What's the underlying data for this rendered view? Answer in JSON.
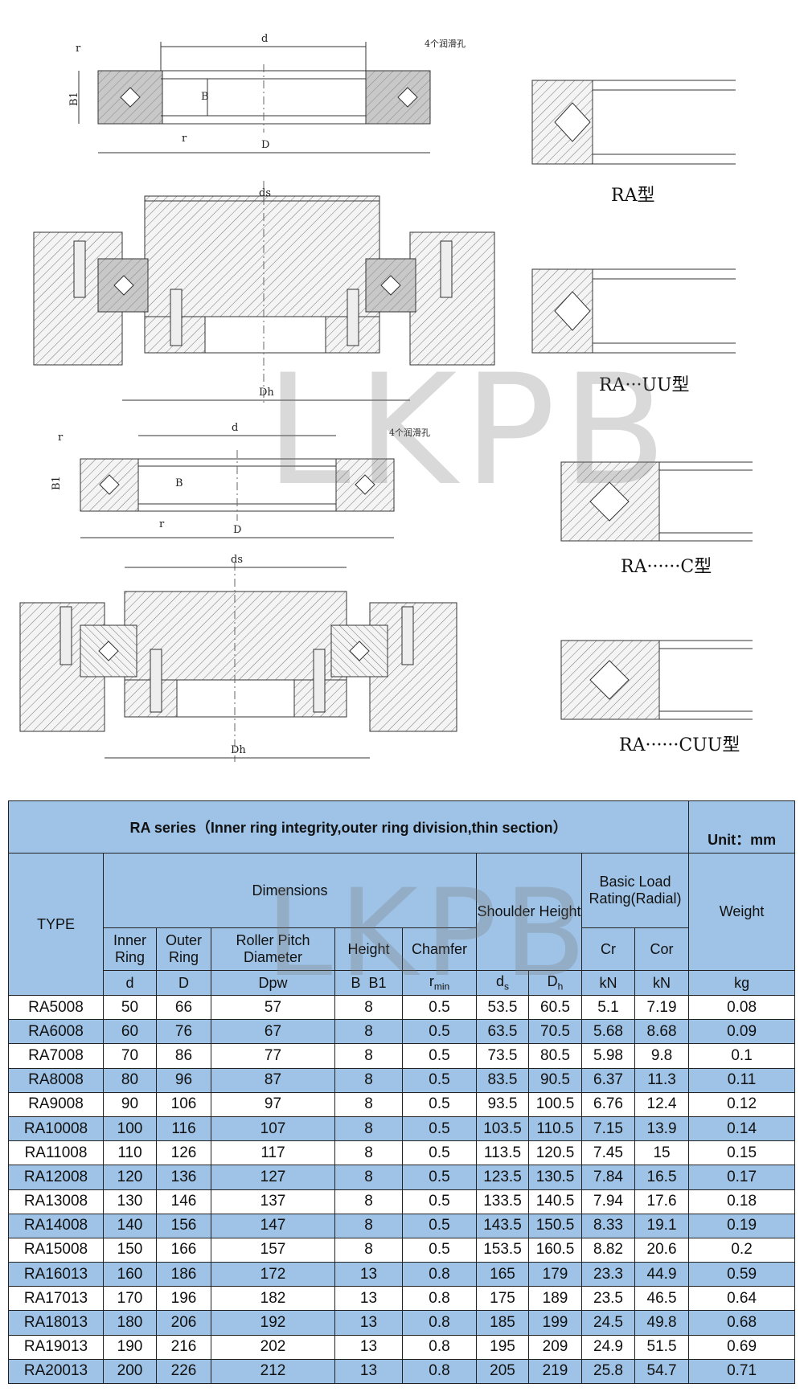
{
  "drawings": {
    "labels": {
      "d": "d",
      "D": "D",
      "B": "B",
      "B1": "B1",
      "r": "r",
      "ds": "ds",
      "Dh": "Dh",
      "lube_holes": "4个润滑孔"
    },
    "captions": [
      "RA型",
      "RA···UU型",
      "RA······C型",
      "RA······CUU型"
    ],
    "watermark": "LKPB"
  },
  "table": {
    "title": "RA series（Inner ring integrity,outer ring division,thin section）",
    "unit": "Unit：mm",
    "headers": {
      "type": "TYPE",
      "dimensions": "Dimensions",
      "inner_ring": "Inner Ring",
      "outer_ring": "Outer Ring",
      "roller_pitch": "Roller Pitch Diameter",
      "height": "Height",
      "chamfer": "Chamfer",
      "shoulder": "Shoulder Height",
      "load_rating": "Basic Load Rating(Radial)",
      "weight": "Weight",
      "cr": "Cr",
      "cor": "Cor"
    },
    "symbols": {
      "d": "d",
      "D": "D",
      "dpw": "Dpw",
      "b_b1": "B  B1",
      "rmin_base": "r",
      "rmin_sub": "min",
      "ds_base": "d",
      "ds_sub": "s",
      "dh_base": "D",
      "dh_sub": "h",
      "kn1": "kN",
      "kn2": "kN",
      "kg": "kg"
    },
    "rows": [
      [
        "RA5008",
        "50",
        "66",
        "57",
        "8",
        "0.5",
        "53.5",
        "60.5",
        "5.1",
        "7.19",
        "0.08"
      ],
      [
        "RA6008",
        "60",
        "76",
        "67",
        "8",
        "0.5",
        "63.5",
        "70.5",
        "5.68",
        "8.68",
        "0.09"
      ],
      [
        "RA7008",
        "70",
        "86",
        "77",
        "8",
        "0.5",
        "73.5",
        "80.5",
        "5.98",
        "9.8",
        "0.1"
      ],
      [
        "RA8008",
        "80",
        "96",
        "87",
        "8",
        "0.5",
        "83.5",
        "90.5",
        "6.37",
        "11.3",
        "0.11"
      ],
      [
        "RA9008",
        "90",
        "106",
        "97",
        "8",
        "0.5",
        "93.5",
        "100.5",
        "6.76",
        "12.4",
        "0.12"
      ],
      [
        "RA10008",
        "100",
        "116",
        "107",
        "8",
        "0.5",
        "103.5",
        "110.5",
        "7.15",
        "13.9",
        "0.14"
      ],
      [
        "RA11008",
        "110",
        "126",
        "117",
        "8",
        "0.5",
        "113.5",
        "120.5",
        "7.45",
        "15",
        "0.15"
      ],
      [
        "RA12008",
        "120",
        "136",
        "127",
        "8",
        "0.5",
        "123.5",
        "130.5",
        "7.84",
        "16.5",
        "0.17"
      ],
      [
        "RA13008",
        "130",
        "146",
        "137",
        "8",
        "0.5",
        "133.5",
        "140.5",
        "7.94",
        "17.6",
        "0.18"
      ],
      [
        "RA14008",
        "140",
        "156",
        "147",
        "8",
        "0.5",
        "143.5",
        "150.5",
        "8.33",
        "19.1",
        "0.19"
      ],
      [
        "RA15008",
        "150",
        "166",
        "157",
        "8",
        "0.5",
        "153.5",
        "160.5",
        "8.82",
        "20.6",
        "0.2"
      ],
      [
        "RA16013",
        "160",
        "186",
        "172",
        "13",
        "0.8",
        "165",
        "179",
        "23.3",
        "44.9",
        "0.59"
      ],
      [
        "RA17013",
        "170",
        "196",
        "182",
        "13",
        "0.8",
        "175",
        "189",
        "23.5",
        "46.5",
        "0.64"
      ],
      [
        "RA18013",
        "180",
        "206",
        "192",
        "13",
        "0.8",
        "185",
        "199",
        "24.5",
        "49.8",
        "0.68"
      ],
      [
        "RA19013",
        "190",
        "216",
        "202",
        "13",
        "0.8",
        "195",
        "209",
        "24.9",
        "51.5",
        "0.69"
      ],
      [
        "RA20013",
        "200",
        "226",
        "212",
        "13",
        "0.8",
        "205",
        "219",
        "25.8",
        "54.7",
        "0.71"
      ]
    ]
  },
  "colors": {
    "header_bg": "#9fc3e6",
    "alt_row_bg": "#9fc3e6"
  }
}
